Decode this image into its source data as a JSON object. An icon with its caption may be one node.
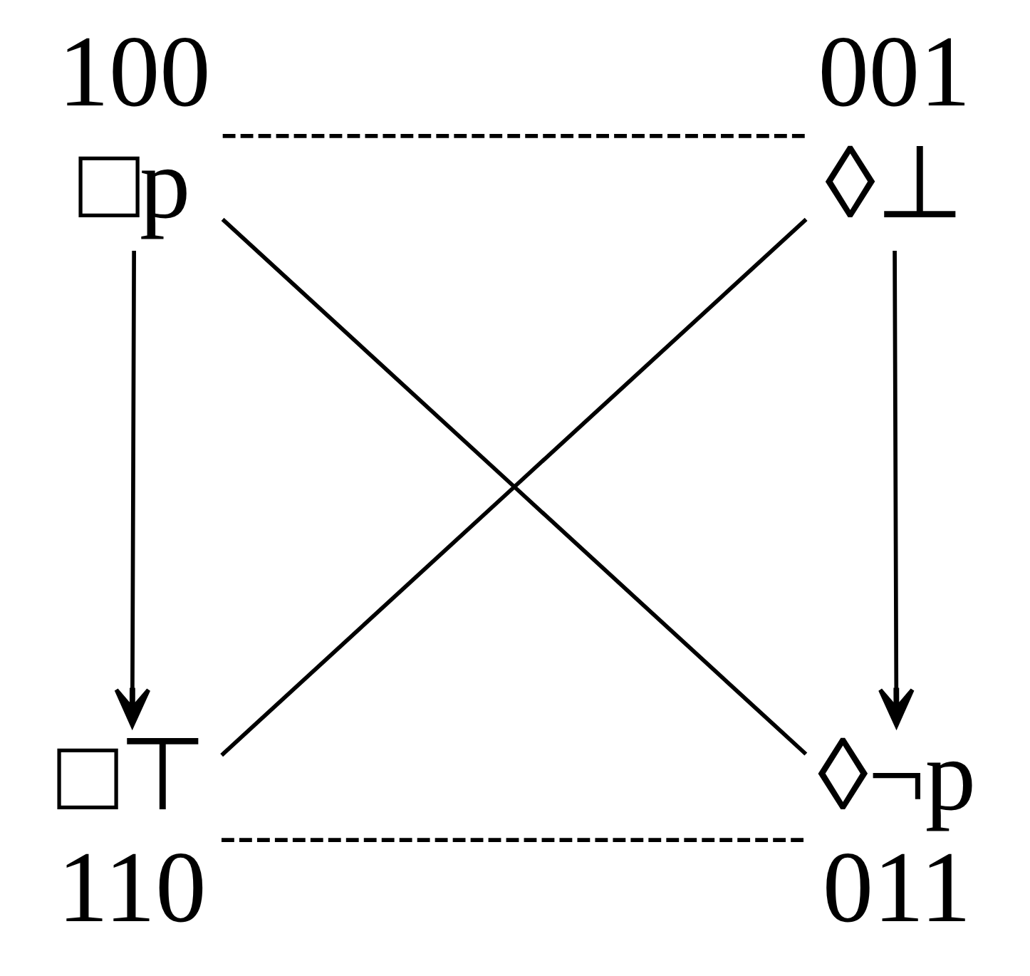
{
  "diagram": {
    "nodes": [
      {
        "text": [
          "100",
          "□p"
        ]
      },
      {
        "text": [
          "001",
          "◊⊥"
        ]
      },
      {
        "text": [
          "□⊤",
          "110"
        ]
      },
      {
        "text": [
          "◊¬p",
          "011"
        ]
      }
    ],
    "edges": [
      {
        "from": 0,
        "to": 1,
        "arrow": "none",
        "style": "dashed"
      },
      {
        "from": 0,
        "to": 2,
        "arrow": "to"
      },
      {
        "from": 1,
        "to": 3,
        "arrow": "to"
      },
      {
        "from": 0,
        "to": 3,
        "arrow": "none"
      },
      {
        "from": 1,
        "to": 2,
        "arrow": "none"
      },
      {
        "from": 2,
        "to": 3,
        "arrow": "none",
        "style": "dashed"
      }
    ]
  }
}
